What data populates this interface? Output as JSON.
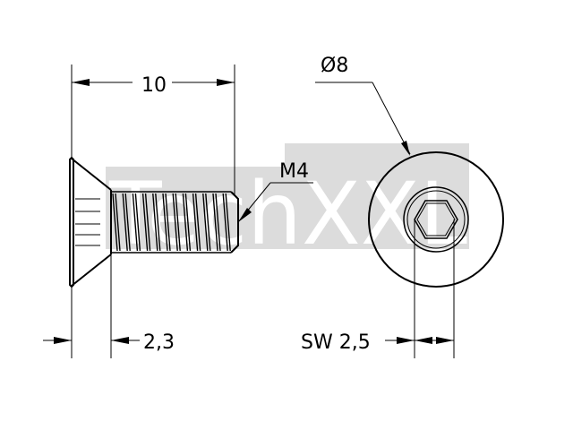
{
  "drawing": {
    "dimensions": {
      "length": "10",
      "diameter": "Ø8",
      "thread": "M4",
      "head_height": "2,3",
      "wrench_size": "SW 2,5"
    },
    "watermark": "TechXXL",
    "colors": {
      "line": "#000000",
      "watermark_bg": "#dcdcdc",
      "watermark_text": "#ffffff",
      "background": "#ffffff"
    }
  }
}
